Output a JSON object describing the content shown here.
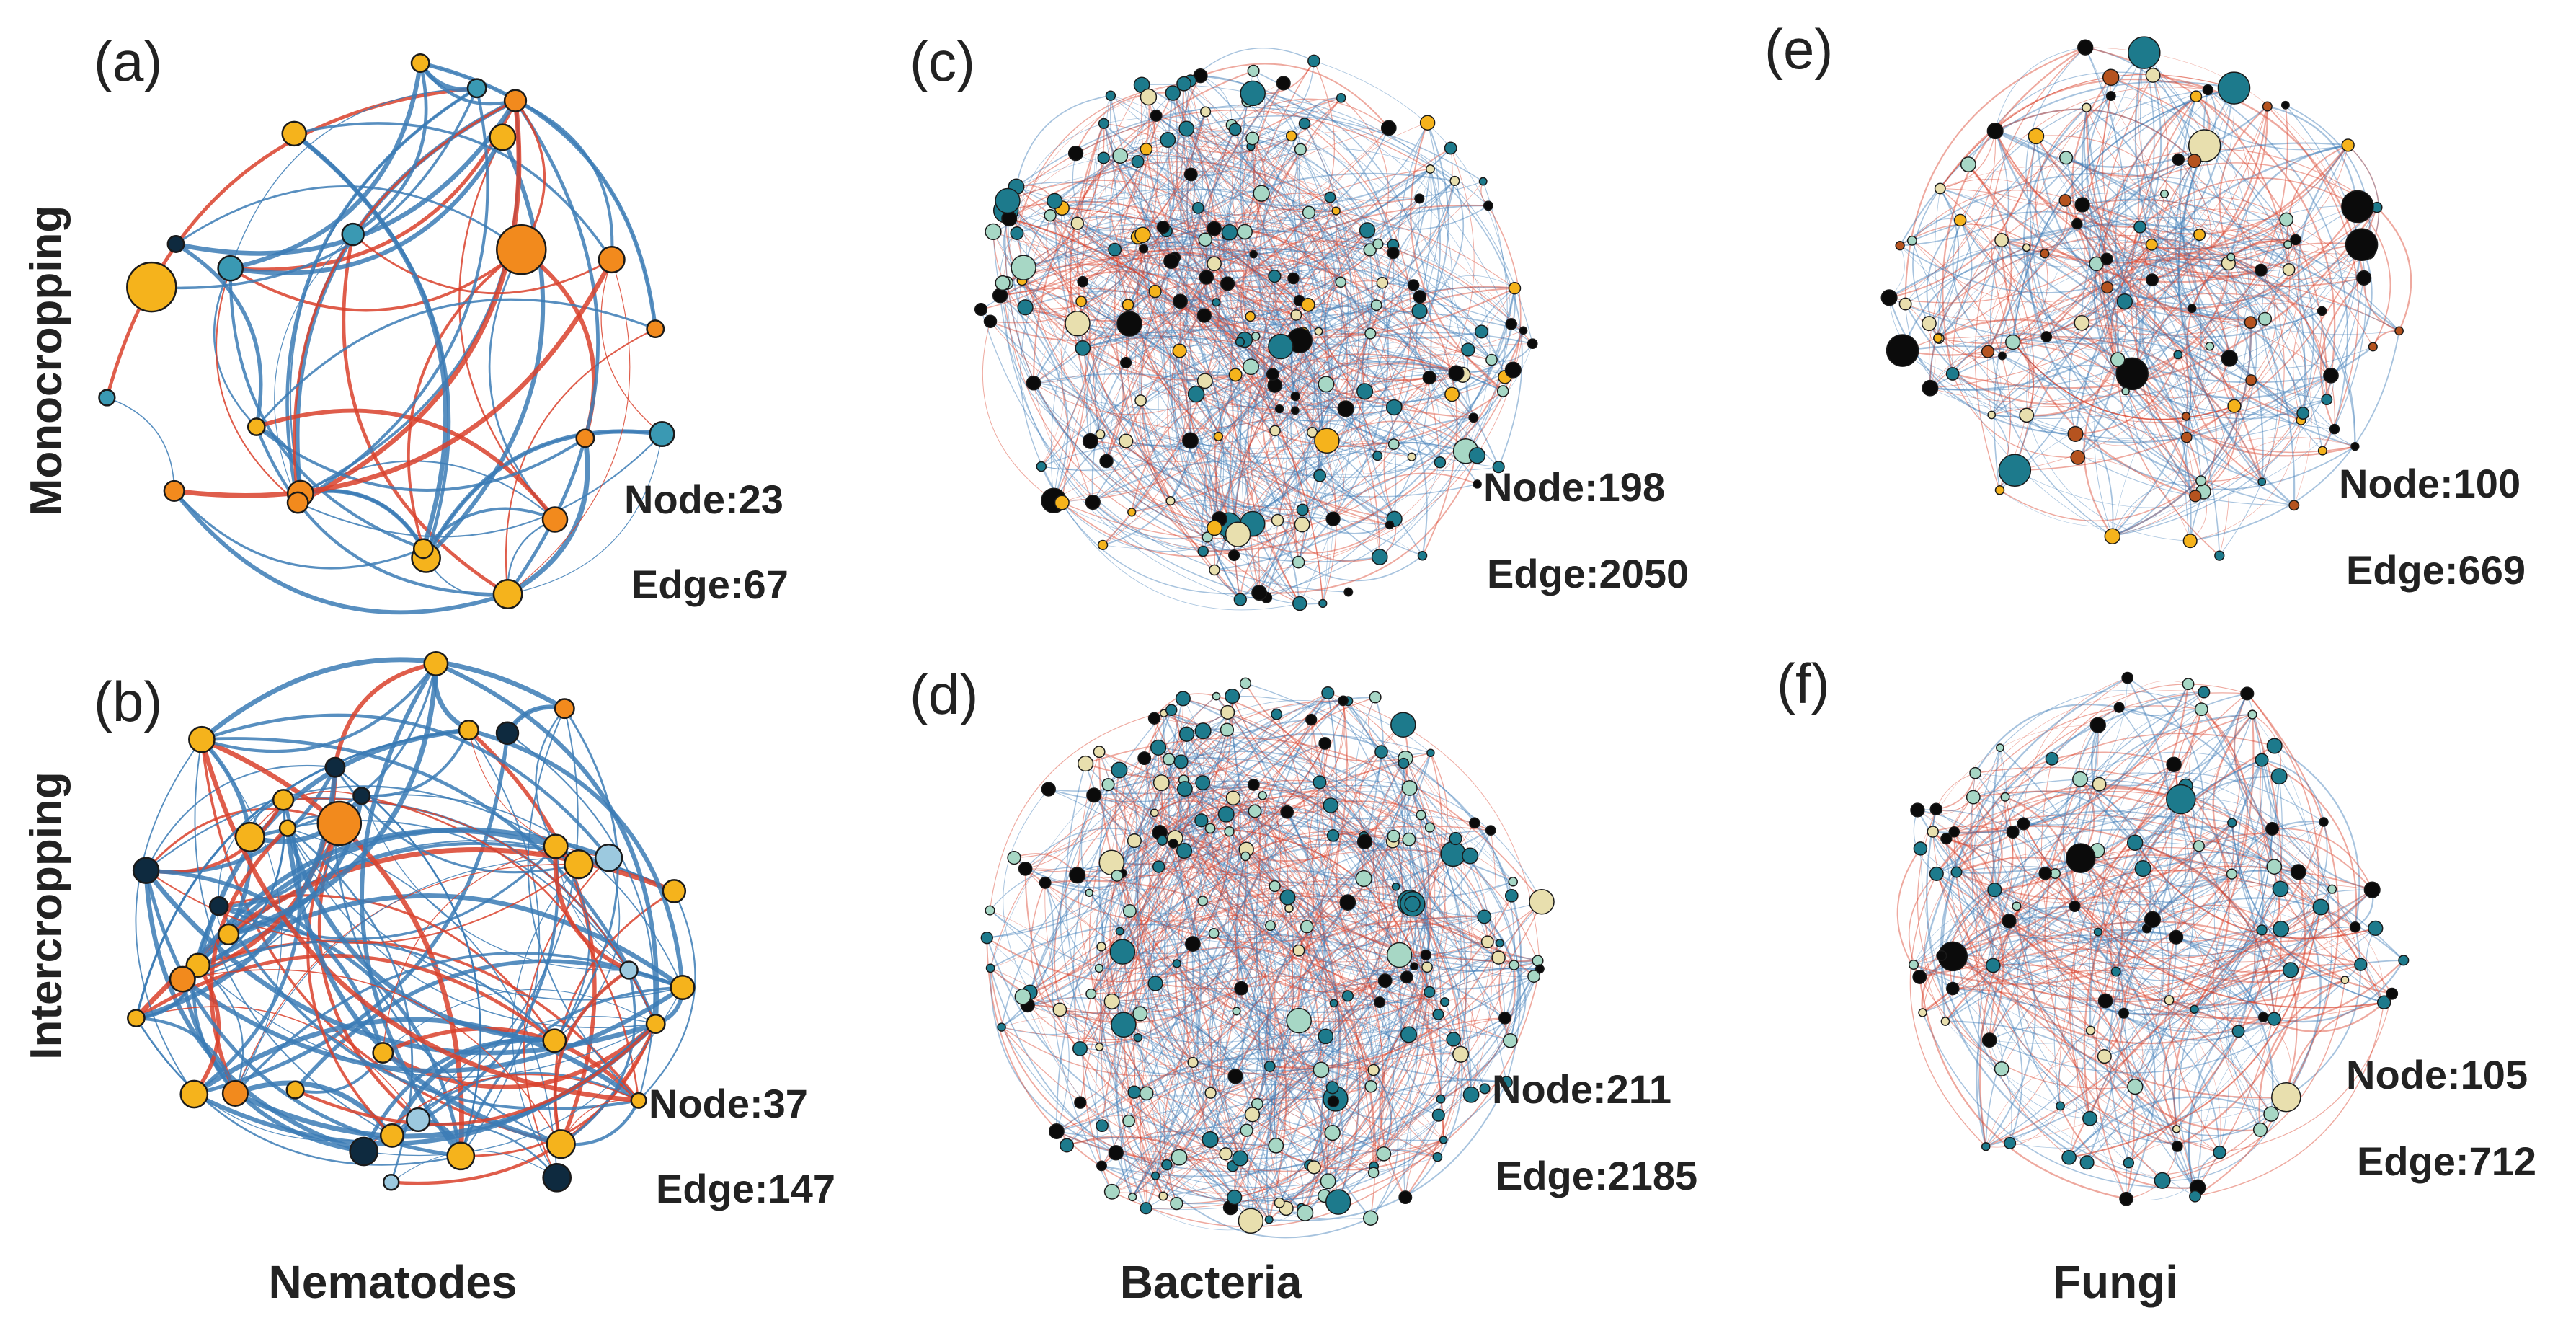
{
  "rows": [
    {
      "label": "Monocropping"
    },
    {
      "label": "Intercropping"
    }
  ],
  "columns": [
    {
      "label": "Nematodes"
    },
    {
      "label": "Bacteria"
    },
    {
      "label": "Fungi"
    }
  ],
  "panels": [
    {
      "letter": "(a)",
      "node_text": "Node:23",
      "edge_text": "Edge:67",
      "nodes": 23,
      "edges": 67,
      "community": "Nematodes",
      "treatment": "Monocropping"
    },
    {
      "letter": "(b)",
      "node_text": "Node:37",
      "edge_text": "Edge:147",
      "nodes": 37,
      "edges": 147,
      "community": "Nematodes",
      "treatment": "Intercropping"
    },
    {
      "letter": "(c)",
      "node_text": "Node:198",
      "edge_text": "Edge:2050",
      "nodes": 198,
      "edges": 2050,
      "community": "Bacteria",
      "treatment": "Monocropping"
    },
    {
      "letter": "(d)",
      "node_text": "Node:211",
      "edge_text": "Edge:2185",
      "nodes": 211,
      "edges": 2185,
      "community": "Bacteria",
      "treatment": "Intercropping"
    },
    {
      "letter": "(e)",
      "node_text": "Node:100",
      "edge_text": "Edge:669",
      "nodes": 100,
      "edges": 669,
      "community": "Fungi",
      "treatment": "Monocropping"
    },
    {
      "letter": "(f)",
      "node_text": "Node:105",
      "edge_text": "Edge:712",
      "nodes": 105,
      "edges": 712,
      "community": "Fungi",
      "treatment": "Intercropping"
    }
  ],
  "colors": {
    "positive_edge": "#d9412b",
    "negative_edge": "#3b7bb5",
    "node_palette": [
      "#f28a1d",
      "#f5b31c",
      "#0e2a3f",
      "#3a99b3",
      "#9cc9df",
      "#1d7a8c",
      "#a7d7c5",
      "#e8dfae",
      "#b5531f",
      "#0b0b0b"
    ]
  }
}
